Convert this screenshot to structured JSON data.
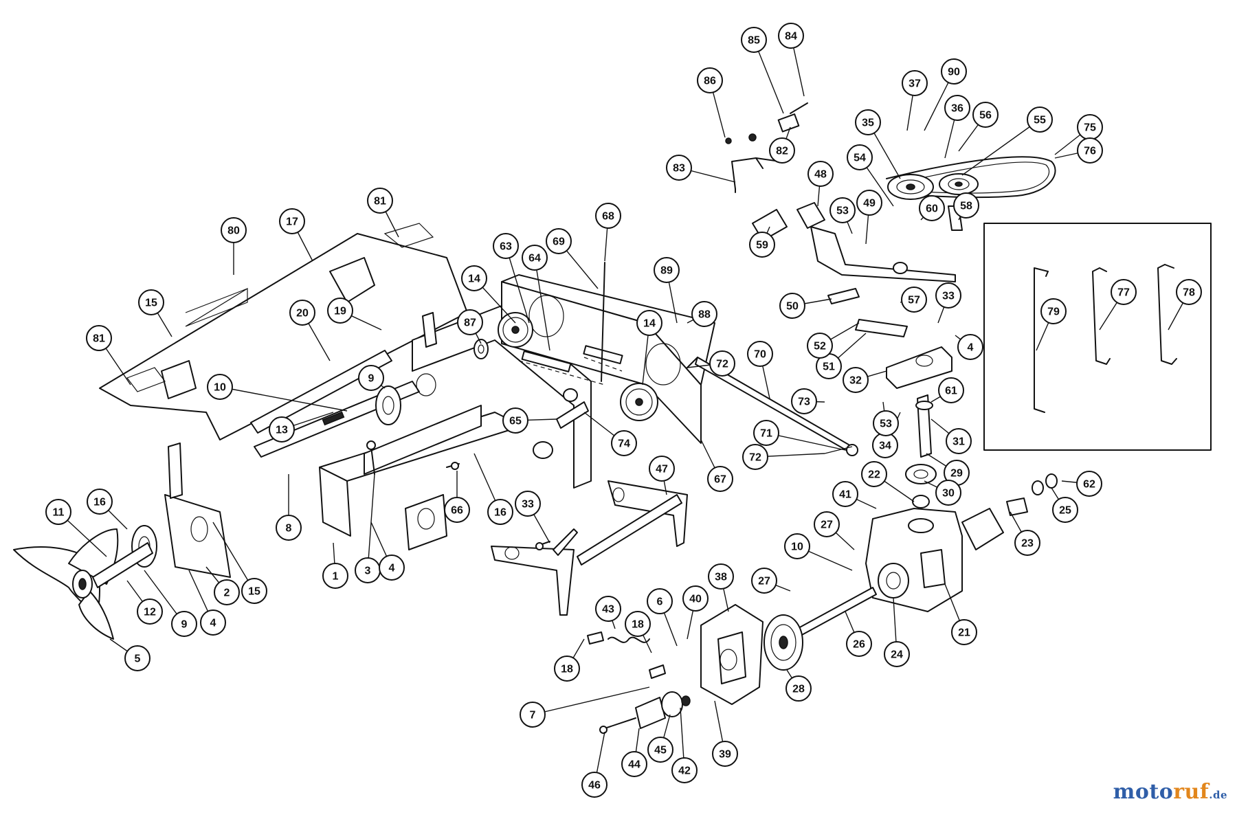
{
  "callouts": [
    "1",
    "2",
    "3",
    "4",
    "4",
    "4",
    "5",
    "6",
    "7",
    "8",
    "9",
    "9",
    "10",
    "10",
    "11",
    "12",
    "13",
    "14",
    "14",
    "15",
    "15",
    "16",
    "16",
    "17",
    "18",
    "18",
    "19",
    "20",
    "21",
    "22",
    "23",
    "24",
    "25",
    "26",
    "27",
    "27",
    "28",
    "29",
    "30",
    "31",
    "32",
    "33",
    "33",
    "34",
    "35",
    "36",
    "37",
    "38",
    "39",
    "40",
    "41",
    "42",
    "43",
    "44",
    "45",
    "46",
    "47",
    "48",
    "49",
    "50",
    "51",
    "52",
    "53",
    "53",
    "54",
    "55",
    "56",
    "57",
    "58",
    "59",
    "60",
    "61",
    "62",
    "63",
    "64",
    "65",
    "66",
    "67",
    "68",
    "69",
    "70",
    "71",
    "72",
    "72",
    "73",
    "74",
    "75",
    "76",
    "77",
    "78",
    "79",
    "80",
    "81",
    "81",
    "82",
    "83",
    "84",
    "85",
    "86",
    "87",
    "88",
    "89",
    "90"
  ],
  "watermark": {
    "part1": "moto",
    "part2": "ruf",
    "part3": ".de"
  },
  "colors": {
    "line": "#111111",
    "background": "#ffffff",
    "brand_blue": "#2f5ea8",
    "brand_orange": "#e2861c"
  }
}
